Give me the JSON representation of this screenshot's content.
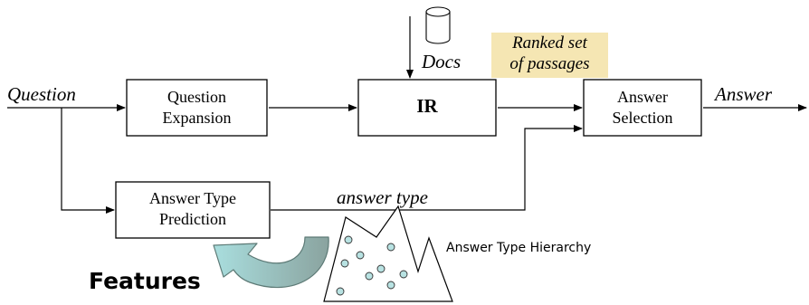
{
  "nodes": {
    "question_expansion": "Question\nExpansion",
    "ir": "IR",
    "answer_selection": "Answer\nSelection",
    "answer_type_prediction": "Answer Type\nPrediction"
  },
  "labels": {
    "question": "Question",
    "answer": "Answer",
    "docs": "Docs",
    "ranked_passages": "Ranked set\nof passages",
    "answer_type": "answer type",
    "hierarchy": "Answer Type Hierarchy",
    "features": "Features"
  },
  "icons": {
    "database": "database-cylinder-icon",
    "hierarchy_shape": "mountain-hierarchy-icon",
    "feedback_arrow": "curved-feedback-arrow-icon"
  },
  "colors": {
    "ranked_highlight": "#f5e6b3",
    "feedback_arrow_light": "#a9dede",
    "feedback_arrow_dark": "#8aa39f",
    "hierarchy_dots": "#b8e2e2"
  }
}
